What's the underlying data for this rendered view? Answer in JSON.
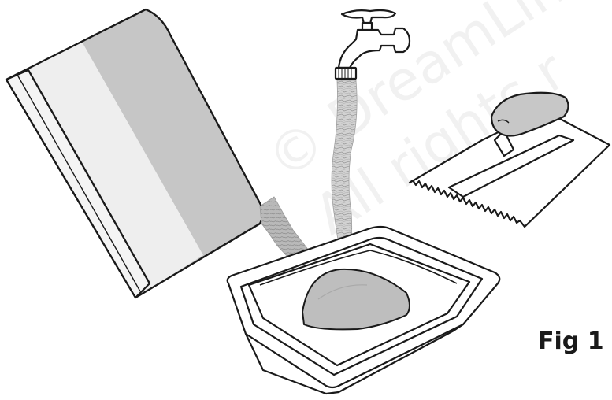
{
  "figure": {
    "label": "Fig 1",
    "watermark": "© DreamLin",
    "watermark_line2": "All rights r"
  },
  "icons": [
    "powder-bag-icon",
    "water-faucet-icon",
    "notched-trowel-icon",
    "mixing-tray-icon"
  ],
  "colors": {
    "outline": "#1a1a1a",
    "bag_fill_light": "#eeeeee",
    "bag_fill_dark": "#c3c3c3",
    "water": "#c8c8c8",
    "powder": "#b0b0b0",
    "mound": "#bfbfbf"
  }
}
